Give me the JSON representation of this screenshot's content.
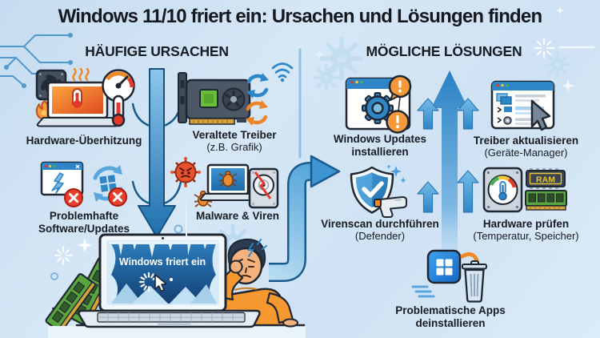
{
  "title": "Windows 11/10 friert ein: Ursachen und Lösungen finden",
  "causes": {
    "header": "HÄUFIGE URSACHEN",
    "items": [
      {
        "label": "Hardware-Überhitzung"
      },
      {
        "label": "Veraltete Treiber",
        "sublabel": "(z.B. Grafik)"
      },
      {
        "lines": [
          "Problemhafte",
          "Software/Updates"
        ]
      },
      {
        "label": "Malware & Viren"
      }
    ]
  },
  "solutions": {
    "header": "MÖGLICHE LÖSUNGEN",
    "items": [
      {
        "lines": [
          "Windows Updates",
          "installieren"
        ]
      },
      {
        "label": "Treiber aktualisieren",
        "sublabel": "(Geräte-Manager)"
      },
      {
        "label": "Virenscan durchführen",
        "sublabel": "(Defender)"
      },
      {
        "label": "Hardware prüfen",
        "sublabel": "(Temperatur, Speicher)"
      },
      {
        "lines": [
          "Problematische Apps",
          "deinstallieren"
        ]
      }
    ]
  },
  "frozen_screen": {
    "label": "Windows friert ein"
  },
  "icons": {
    "ram_chip_label": "RAM"
  },
  "colors": {
    "background_top": "#cfe2f3",
    "background_bottom": "#dcebf8",
    "title_text": "#14181f",
    "arrow_blue": "#3f97d3",
    "accent_orange": "#f59432",
    "alert_red": "#e2392b",
    "screen_blue": "#1d6aa8",
    "ram_green": "#5aa63e"
  }
}
